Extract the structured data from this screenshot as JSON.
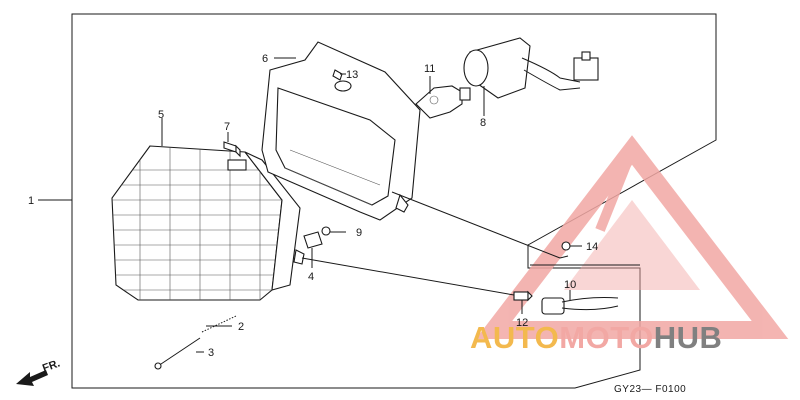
{
  "diagram": {
    "code": "GY23— F0100",
    "front_label": "FR.",
    "callouts": [
      {
        "id": "1",
        "label": "1"
      },
      {
        "id": "2",
        "label": "2"
      },
      {
        "id": "3",
        "label": "3"
      },
      {
        "id": "4",
        "label": "4"
      },
      {
        "id": "5",
        "label": "5"
      },
      {
        "id": "6",
        "label": "6"
      },
      {
        "id": "7",
        "label": "7"
      },
      {
        "id": "8",
        "label": "8"
      },
      {
        "id": "9",
        "label": "9"
      },
      {
        "id": "10",
        "label": "10"
      },
      {
        "id": "11",
        "label": "11"
      },
      {
        "id": "12",
        "label": "12"
      },
      {
        "id": "13",
        "label": "13"
      },
      {
        "id": "14",
        "label": "14"
      }
    ]
  },
  "watermark": {
    "part1": "AUTO",
    "part2": "MOTO",
    "part3": "HUB",
    "color_orange": "#f3b94e",
    "color_red": "#f2a8a4",
    "color_gray": "#808080"
  }
}
